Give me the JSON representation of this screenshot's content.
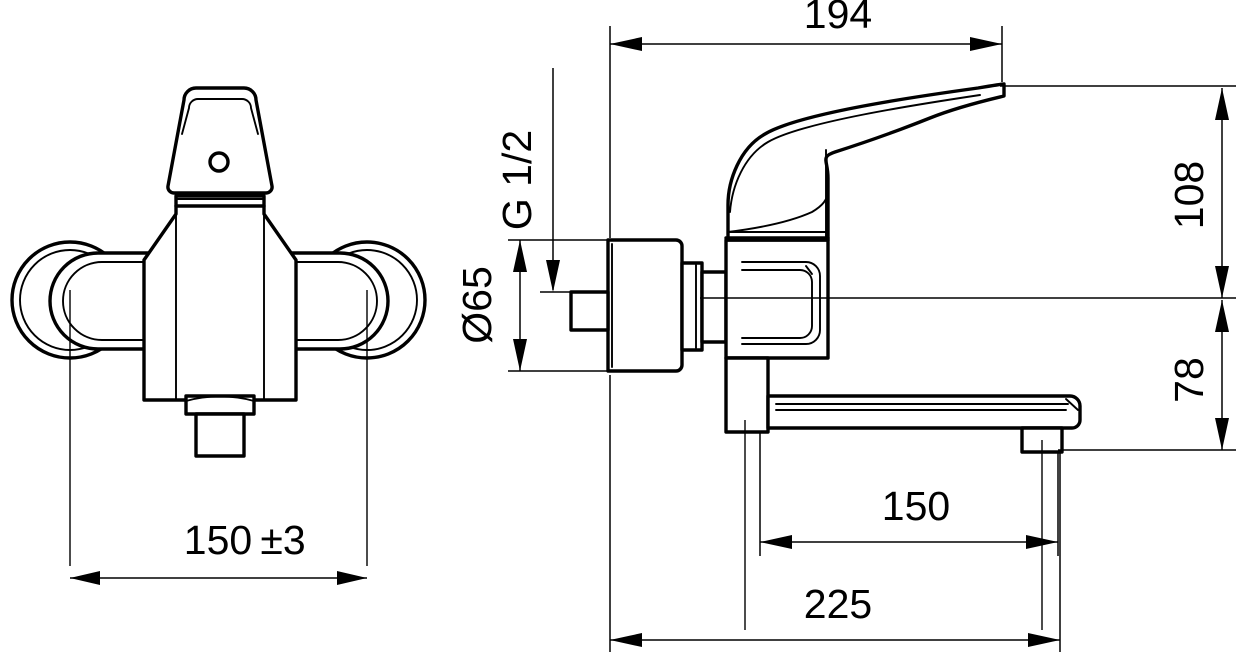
{
  "drawing": {
    "title": "Wall-mounted single-lever mixer tap — dimensioned technical drawing",
    "units": "mm",
    "line_color": "#000000",
    "background_color": "#ffffff",
    "views": [
      {
        "name": "front-view",
        "label": ""
      },
      {
        "name": "side-view",
        "label": ""
      }
    ]
  },
  "dimensions": {
    "front_spacing": "150",
    "front_tolerance": "±3",
    "thread_size": "G 1/2",
    "flange_diameter": "Ø65",
    "reach_total": "194",
    "height_above_center": "108",
    "height_below_center": "78",
    "spout_reach": "150",
    "overall_depth": "225"
  },
  "annotations": [
    {
      "id": "dim-front-150",
      "text": "150",
      "view": "front-view"
    },
    {
      "id": "dim-front-tol",
      "text": "±3",
      "view": "front-view"
    },
    {
      "id": "dim-thread",
      "text": "G 1/2",
      "view": "side-view",
      "rotated": true
    },
    {
      "id": "dim-dia65",
      "text": "Ø65",
      "view": "side-view",
      "rotated": true
    },
    {
      "id": "dim-194",
      "text": "194",
      "view": "side-view"
    },
    {
      "id": "dim-108",
      "text": "108",
      "view": "side-view",
      "rotated": true
    },
    {
      "id": "dim-78",
      "text": "78",
      "view": "side-view",
      "rotated": true
    },
    {
      "id": "dim-150",
      "text": "150",
      "view": "side-view"
    },
    {
      "id": "dim-225",
      "text": "225",
      "view": "side-view"
    }
  ]
}
